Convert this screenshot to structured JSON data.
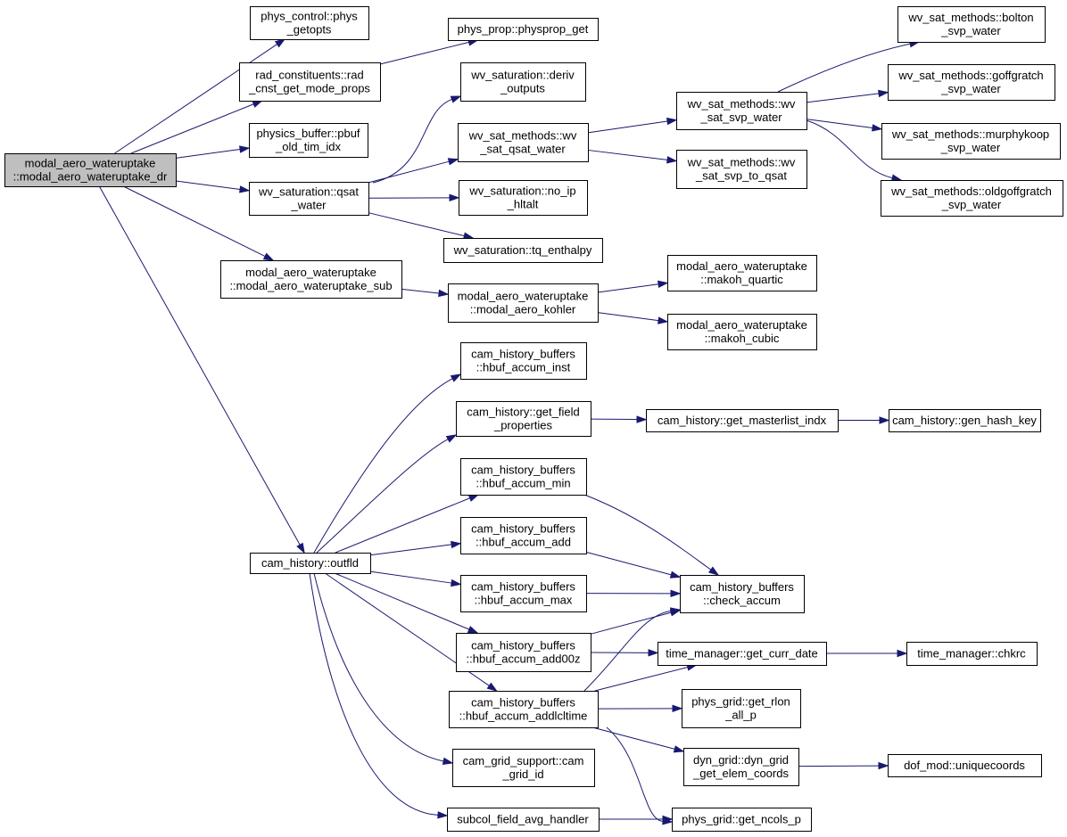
{
  "diagram": {
    "nodes": {
      "root": [
        "modal_aero_wateruptake",
        "::modal_aero_wateruptake_dr"
      ],
      "phys_getopts": [
        "phys_control::phys",
        "_getopts"
      ],
      "rad_cnst": [
        "rad_constituents::rad",
        "_cnst_get_mode_props"
      ],
      "pbuf_old": [
        "physics_buffer::pbuf",
        "_old_tim_idx"
      ],
      "qsat_water": [
        "wv_saturation::qsat",
        "_water"
      ],
      "wateruptake_sub": [
        "modal_aero_wateruptake",
        "::modal_aero_wateruptake_sub"
      ],
      "outfld": [
        "cam_history::outfld"
      ],
      "physprop_get": [
        "phys_prop::physprop_get"
      ],
      "deriv_outputs": [
        "wv_saturation::deriv",
        "_outputs"
      ],
      "wv_sat_qsat_water": [
        "wv_sat_methods::wv",
        "_sat_qsat_water"
      ],
      "no_ip_hltalt": [
        "wv_saturation::no_ip",
        "_hltalt"
      ],
      "tq_enthalpy": [
        "wv_saturation::tq_enthalpy"
      ],
      "kohler": [
        "modal_aero_wateruptake",
        "::modal_aero_kohler"
      ],
      "hbuf_accum_inst": [
        "cam_history_buffers",
        "::hbuf_accum_inst"
      ],
      "get_field_properties": [
        "cam_history::get_field",
        "_properties"
      ],
      "hbuf_accum_min": [
        "cam_history_buffers",
        "::hbuf_accum_min"
      ],
      "hbuf_accum_add": [
        "cam_history_buffers",
        "::hbuf_accum_add"
      ],
      "hbuf_accum_max": [
        "cam_history_buffers",
        "::hbuf_accum_max"
      ],
      "hbuf_accum_add00z": [
        "cam_history_buffers",
        "::hbuf_accum_add00z"
      ],
      "hbuf_accum_addlcltime": [
        "cam_history_buffers",
        "::hbuf_accum_addlcltime"
      ],
      "cam_grid_id": [
        "cam_grid_support::cam",
        "_grid_id"
      ],
      "subcol_handler": [
        "subcol_field_avg_handler"
      ],
      "sat_svp_water": [
        "wv_sat_methods::wv",
        "_sat_svp_water"
      ],
      "sat_svp_to_qsat": [
        "wv_sat_methods::wv",
        "_sat_svp_to_qsat"
      ],
      "makoh_quartic": [
        "modal_aero_wateruptake",
        "::makoh_quartic"
      ],
      "makoh_cubic": [
        "modal_aero_wateruptake",
        "::makoh_cubic"
      ],
      "get_masterlist_indx": [
        "cam_history::get_masterlist_indx"
      ],
      "check_accum": [
        "cam_history_buffers",
        "::check_accum"
      ],
      "get_curr_date": [
        "time_manager::get_curr_date"
      ],
      "get_rlon_all_p": [
        "phys_grid::get_rlon",
        "_all_p"
      ],
      "get_elem_coords": [
        "dyn_grid::dyn_grid",
        "_get_elem_coords"
      ],
      "get_ncols_p": [
        "phys_grid::get_ncols_p"
      ],
      "bolton": [
        "wv_sat_methods::bolton",
        "_svp_water"
      ],
      "goffgratch": [
        "wv_sat_methods::goffgratch",
        "_svp_water"
      ],
      "murphykoop": [
        "wv_sat_methods::murphykoop",
        "_svp_water"
      ],
      "oldgoffgratch": [
        "wv_sat_methods::oldgoffgratch",
        "_svp_water"
      ],
      "gen_hash_key": [
        "cam_history::gen_hash_key"
      ],
      "chkrc": [
        "time_manager::chkrc"
      ],
      "uniquecoords": [
        "dof_mod::uniquecoords"
      ]
    },
    "edges": [
      [
        "root",
        "phys_getopts"
      ],
      [
        "root",
        "rad_cnst"
      ],
      [
        "root",
        "pbuf_old"
      ],
      [
        "root",
        "qsat_water"
      ],
      [
        "root",
        "wateruptake_sub"
      ],
      [
        "root",
        "outfld"
      ],
      [
        "rad_cnst",
        "physprop_get"
      ],
      [
        "qsat_water",
        "deriv_outputs"
      ],
      [
        "qsat_water",
        "wv_sat_qsat_water"
      ],
      [
        "qsat_water",
        "no_ip_hltalt"
      ],
      [
        "qsat_water",
        "tq_enthalpy"
      ],
      [
        "wv_sat_qsat_water",
        "sat_svp_water"
      ],
      [
        "wv_sat_qsat_water",
        "sat_svp_to_qsat"
      ],
      [
        "sat_svp_water",
        "bolton"
      ],
      [
        "sat_svp_water",
        "goffgratch"
      ],
      [
        "sat_svp_water",
        "murphykoop"
      ],
      [
        "sat_svp_water",
        "oldgoffgratch"
      ],
      [
        "wateruptake_sub",
        "kohler"
      ],
      [
        "kohler",
        "makoh_quartic"
      ],
      [
        "kohler",
        "makoh_cubic"
      ],
      [
        "outfld",
        "hbuf_accum_inst"
      ],
      [
        "outfld",
        "get_field_properties"
      ],
      [
        "outfld",
        "hbuf_accum_min"
      ],
      [
        "outfld",
        "hbuf_accum_add"
      ],
      [
        "outfld",
        "hbuf_accum_max"
      ],
      [
        "outfld",
        "hbuf_accum_add00z"
      ],
      [
        "outfld",
        "hbuf_accum_addlcltime"
      ],
      [
        "outfld",
        "cam_grid_id"
      ],
      [
        "outfld",
        "subcol_handler"
      ],
      [
        "get_field_properties",
        "get_masterlist_indx"
      ],
      [
        "get_masterlist_indx",
        "gen_hash_key"
      ],
      [
        "hbuf_accum_min",
        "check_accum"
      ],
      [
        "hbuf_accum_add",
        "check_accum"
      ],
      [
        "hbuf_accum_max",
        "check_accum"
      ],
      [
        "hbuf_accum_add00z",
        "check_accum"
      ],
      [
        "hbuf_accum_add00z",
        "get_curr_date"
      ],
      [
        "hbuf_accum_addlcltime",
        "check_accum"
      ],
      [
        "hbuf_accum_addlcltime",
        "get_curr_date"
      ],
      [
        "hbuf_accum_addlcltime",
        "get_rlon_all_p"
      ],
      [
        "hbuf_accum_addlcltime",
        "get_elem_coords"
      ],
      [
        "hbuf_accum_addlcltime",
        "get_ncols_p"
      ],
      [
        "get_curr_date",
        "chkrc"
      ],
      [
        "get_elem_coords",
        "uniquecoords"
      ],
      [
        "subcol_handler",
        "get_ncols_p"
      ]
    ]
  }
}
